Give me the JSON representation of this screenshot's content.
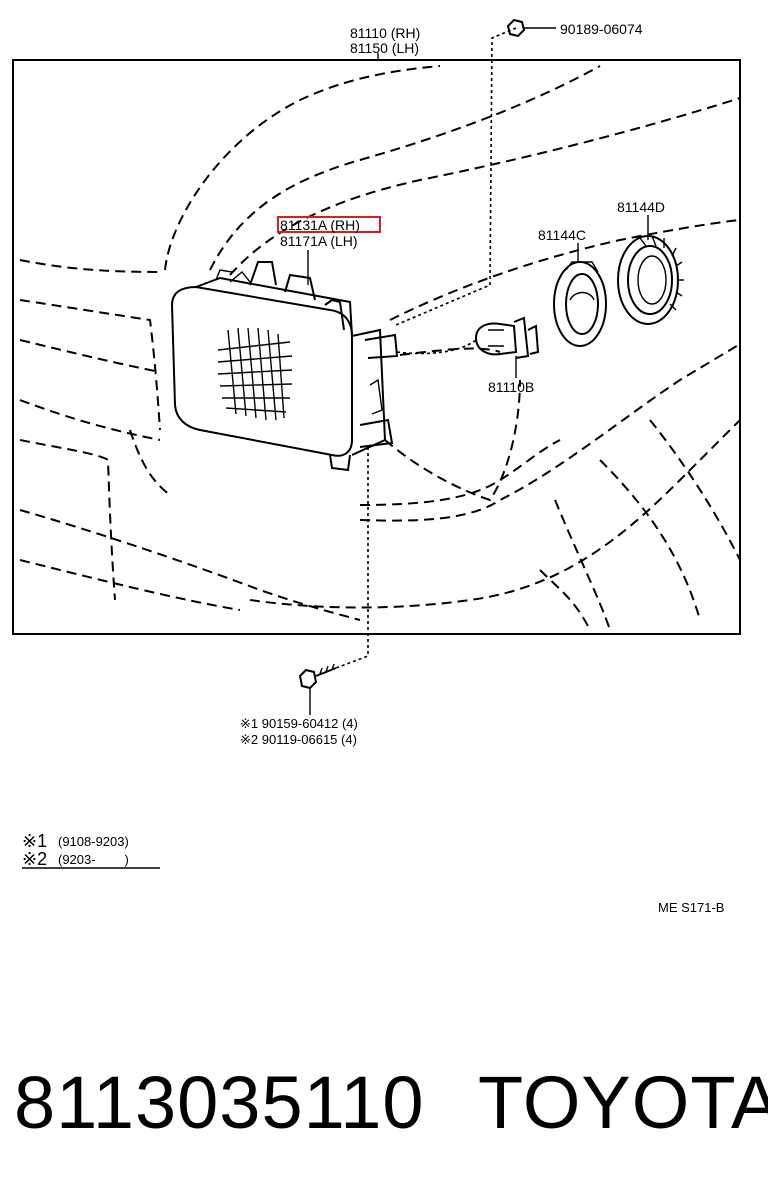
{
  "labels": {
    "assembly_rh": "81110 (RH)",
    "assembly_lh": "81150 (LH)",
    "screw_top": "90189-06074",
    "unit_rh": "81131A (RH)",
    "unit_lh": "81171A (LH)",
    "bulb": "81110B",
    "socket_c": "81144C",
    "cover_d": "81144D",
    "bolt_1": "※1 90159-60412 (4)",
    "bolt_2": "※2 90119-06615 (4)"
  },
  "legend": {
    "note_1_mark": "※1",
    "note_1_range": "(9108-9203)",
    "note_2_mark": "※2",
    "note_2_range": "(9203-        )"
  },
  "ref_code": "ME S171-B",
  "footer": {
    "part_number": "8113035110",
    "brand": "TOYOTA"
  },
  "colors": {
    "highlight": "#d62020"
  }
}
